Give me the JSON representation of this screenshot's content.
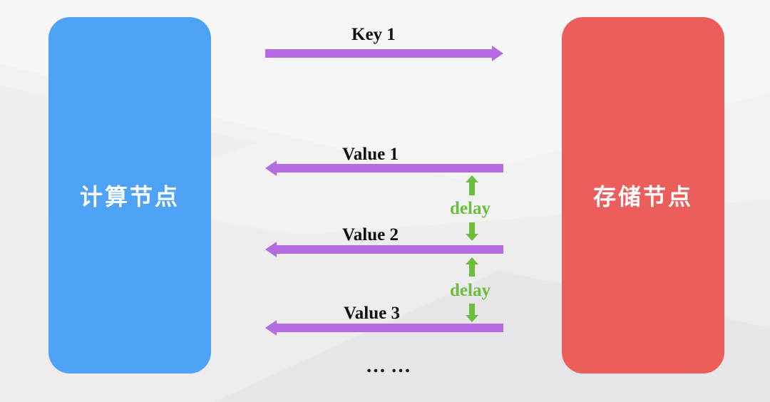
{
  "nodes": {
    "compute": {
      "label": "计算节点",
      "color": "#4fa3f7"
    },
    "storage": {
      "label": "存储节点",
      "color": "#ec5e5c"
    }
  },
  "arrow_color": "#b56ce3",
  "delay_color": "#6cbf3e",
  "messages": [
    {
      "label": "Key 1",
      "direction": "to-storage"
    },
    {
      "label": "Value 1",
      "direction": "to-compute"
    },
    {
      "label": "Value 2",
      "direction": "to-compute"
    },
    {
      "label": "Value 3",
      "direction": "to-compute"
    }
  ],
  "delays": [
    {
      "label": "delay"
    },
    {
      "label": "delay"
    }
  ],
  "continuation": "… …"
}
